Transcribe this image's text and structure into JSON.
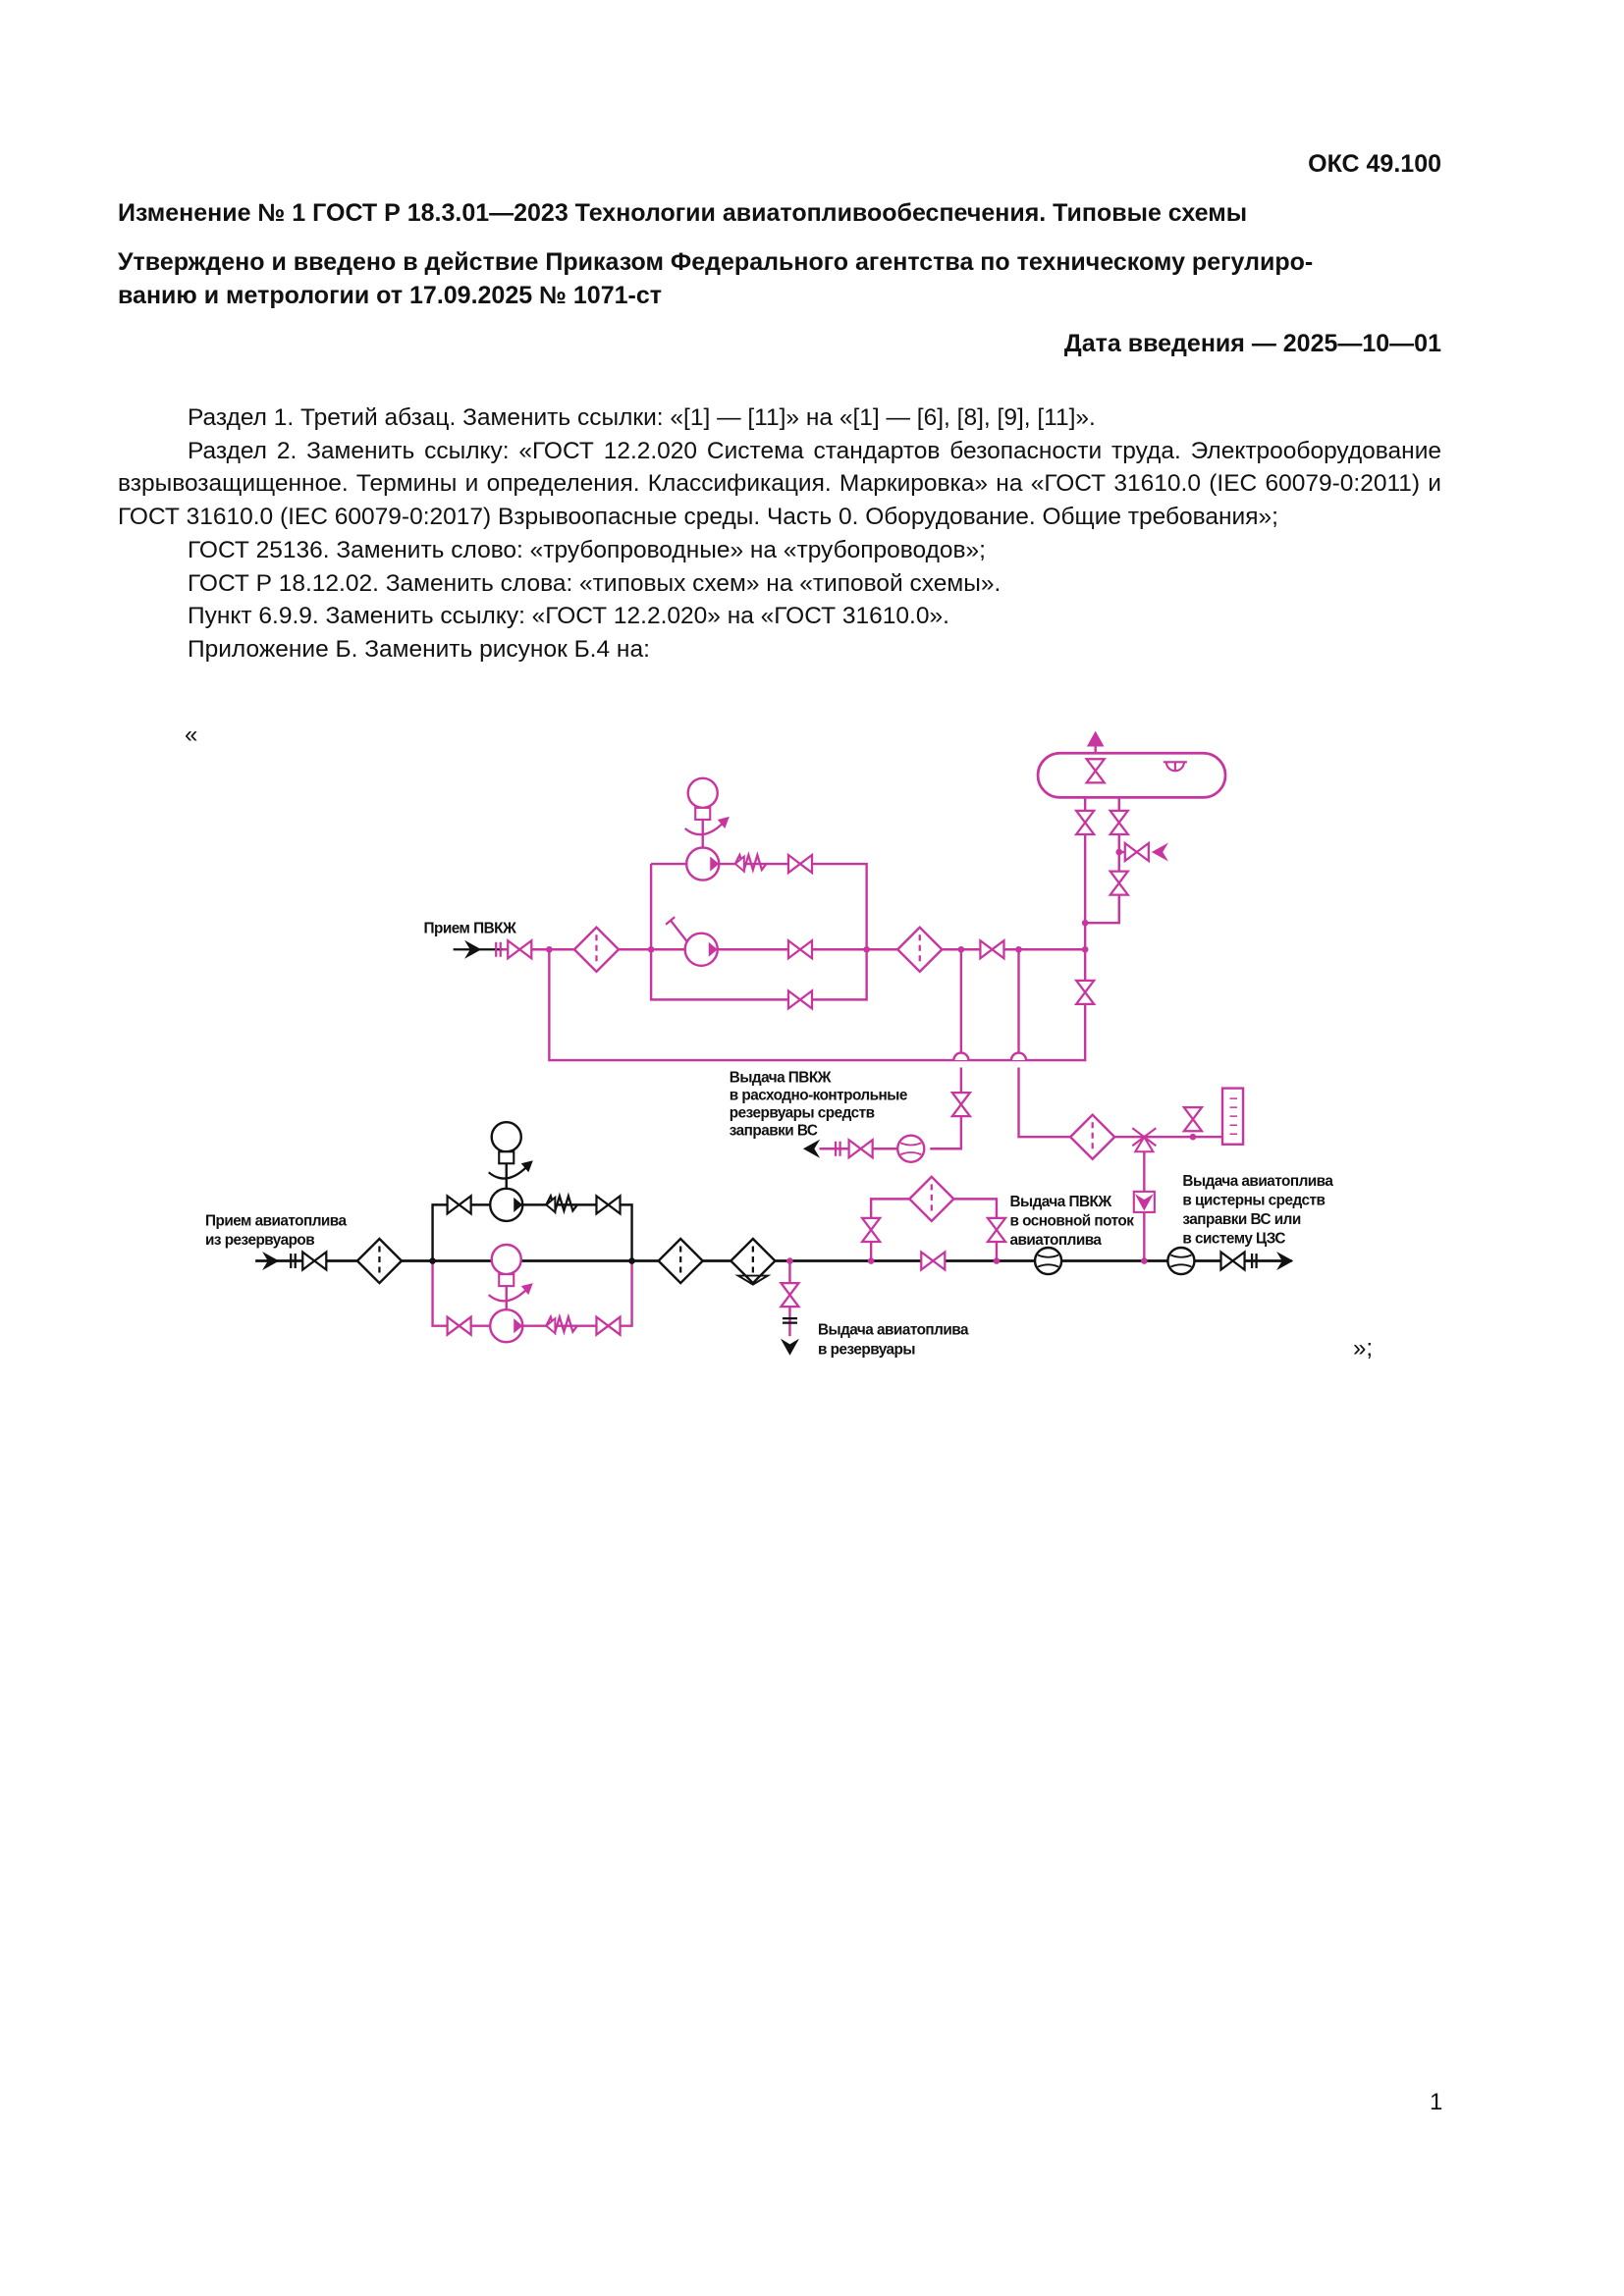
{
  "header": {
    "oks_code": "ОКС 49.100",
    "title": "Изменение № 1 ГОСТ Р 18.3.01—2023 Технологии авиатопливообеспечения. Типовые схемы",
    "approved_line1": "Утверждено и введено в действие Приказом Федерального агентства по техническому регулиро-",
    "approved_line2": "ванию и метрологии от 17.09.2025 № 1071-ст",
    "effective_date": "Дата введения — 2025—10—01"
  },
  "body": {
    "paragraphs": [
      "Раздел 1. Третий абзац. Заменить ссылки: «[1] — [11]» на «[1] — [6], [8], [9], [11]».",
      "Раздел 2. Заменить ссылку: «ГОСТ 12.2.020 Система стандартов безопасности труда. Элек­трооборудование взрывозащищенное. Термины и определения. Классификация. Маркировка» на «ГОСТ 31610.0 (IEC 60079-0:2011) и ГОСТ 31610.0 (IEC 60079-0:2017) Взрывоопасные среды. Часть 0. Оборудование. Общие требования»;",
      "ГОСТ 25136. Заменить слово: «трубопроводные» на «трубопроводов»;",
      "ГОСТ Р 18.12.02. Заменить слова: «типовых схем» на «типовой схемы».",
      "Пункт 6.9.9. Заменить ссылку: «ГОСТ 12.2.020» на «ГОСТ 31610.0».",
      "Приложение Б. Заменить рисунок Б.4 на:"
    ],
    "open_quote": "«",
    "close_quote": "»;"
  },
  "diagram": {
    "colors": {
      "pvkzh": "#c8359f",
      "fuel": "#111111"
    },
    "labels": {
      "intake_pvkzh": "Прием ПВКЖ",
      "output_pvkzh_control": [
        "Выдача ПВКЖ",
        "в расходно-контрольные",
        "резервуары средств",
        "заправки ВС"
      ],
      "intake_fuel": [
        "Прием авиатоплива",
        "из резервуаров"
      ],
      "output_fuel_tanks": [
        "Выдача авиатоплива",
        "в резервуары"
      ],
      "output_pvkzh_main": [
        "Выдача ПВКЖ",
        "в основной поток",
        "авиатоплива"
      ],
      "output_fuel_trucks": [
        "Выдача авиатоплива",
        "в цистерны средств",
        "заправки ВС или",
        "в систему ЦЗС"
      ]
    }
  },
  "footer": {
    "page_number": "1"
  }
}
